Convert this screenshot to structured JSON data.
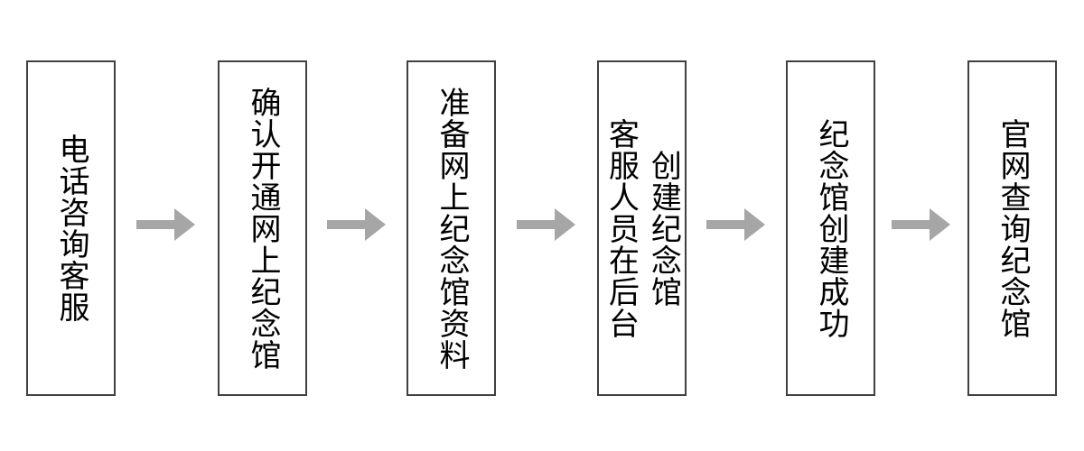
{
  "flowchart": {
    "type": "horizontal-process-flow",
    "steps": [
      {
        "label": "电话咨询客服"
      },
      {
        "label": "确认开通网上纪念馆"
      },
      {
        "label": "准备网上纪念馆资料"
      },
      {
        "label": "客服人员在后台\n创建纪念馆"
      },
      {
        "label": "纪念馆创建成功"
      },
      {
        "label": "官网查询纪念馆"
      }
    ],
    "connector": {
      "icon": "right-arrow-icon",
      "count": 5
    },
    "colors": {
      "box_fill": "#ffffff",
      "box_border": "#404040",
      "text": "#000000",
      "arrow": "#a6a6a6",
      "background": "#ffffff"
    }
  }
}
